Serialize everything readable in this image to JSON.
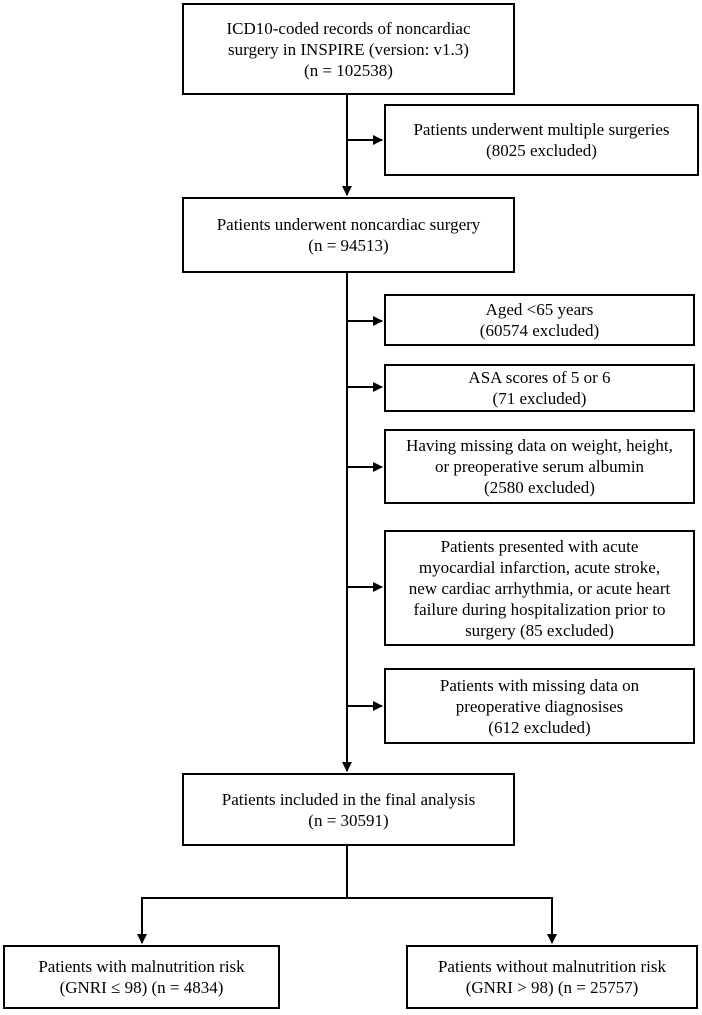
{
  "flowchart": {
    "source": {
      "line1": "ICD10-coded records of noncardiac",
      "line2": "surgery in INSPIRE (version: v1.3)",
      "line3": "(n = 102538)"
    },
    "exclude_multiple": {
      "line1": "Patients  underwent multiple surgeries",
      "line2": "(8025 excluded)"
    },
    "noncardiac": {
      "line1": "Patients underwent noncardiac surgery",
      "line2": "(n = 94513)"
    },
    "exclude_age": {
      "line1": "Aged <65 years",
      "line2": "(60574 excluded)"
    },
    "exclude_asa": {
      "line1": "ASA scores of 5 or 6",
      "line2": "(71 excluded)"
    },
    "exclude_missing": {
      "line1": "Having missing data on weight, height,",
      "line2": "or preoperative serum albumin",
      "line3": "(2580 excluded)"
    },
    "exclude_acute": {
      "line1": "Patients presented with acute",
      "line2": "myocardial infarction, acute stroke,",
      "line3": "new cardiac arrhythmia, or acute heart",
      "line4": "failure during hospitalization prior to",
      "line5": "surgery (85 excluded)"
    },
    "exclude_diagnoses": {
      "line1": "Patients with missing data on",
      "line2": "preoperative diagnosises",
      "line3": "(612 excluded)"
    },
    "final": {
      "line1": "Patients included in the final analysis",
      "line2": "(n = 30591)"
    },
    "malnutrition": {
      "line1": "Patients with malnutrition risk",
      "line2": "(GNRI ≤ 98) (n = 4834)"
    },
    "no_malnutrition": {
      "line1": "Patients without malnutrition risk",
      "line2": "(GNRI > 98) (n = 25757)"
    }
  }
}
